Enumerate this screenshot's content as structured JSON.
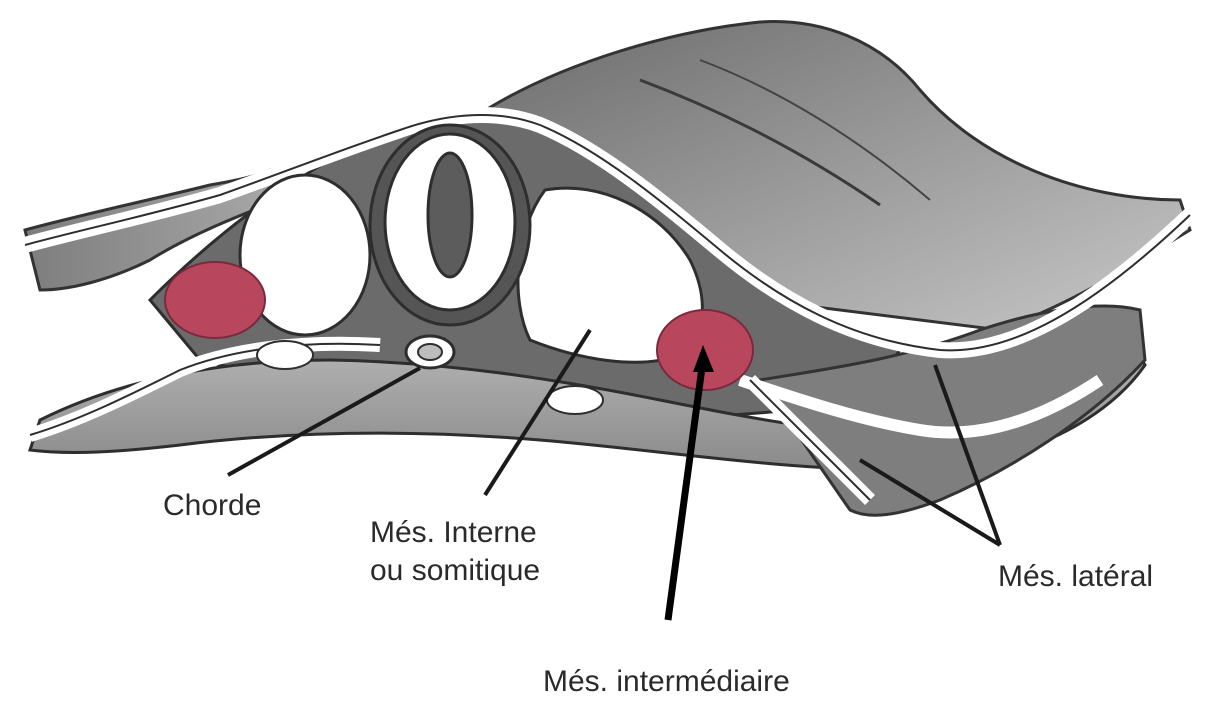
{
  "labels": {
    "chorde": "Chorde",
    "mesoderme_interne_line1": "Més. Interne",
    "mesoderme_interne_line2": "ou somitique",
    "mesoderme_intermediaire": "Més. intermédiaire",
    "mesoderme_lateral": "Més. latéral"
  },
  "colors": {
    "intermediate_mesoderm_highlight": "#b8475e",
    "tissue_dark": "#5a5a5a",
    "tissue_mid": "#8d8d8d",
    "tissue_light": "#c9c9c9"
  }
}
